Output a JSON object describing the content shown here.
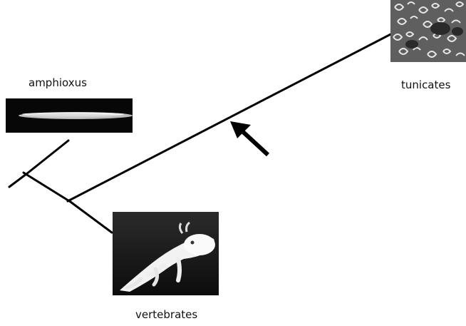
{
  "taxa": {
    "amphioxus": {
      "label": "amphioxus",
      "icon": "amphioxus-photo"
    },
    "tunicates": {
      "label": "tunicates",
      "icon": "tunicate-colony-photo"
    },
    "vertebrates": {
      "label": "vertebrates",
      "icon": "axolotl-photo"
    }
  },
  "tree": {
    "branches": [
      "root",
      "amphioxus",
      "vertebrates-and-tunicates",
      "vertebrates",
      "tunicates"
    ],
    "marker": "arrow-pointing-to-tunicate-branch"
  },
  "colors": {
    "line": "#000000",
    "background": "#ffffff"
  }
}
